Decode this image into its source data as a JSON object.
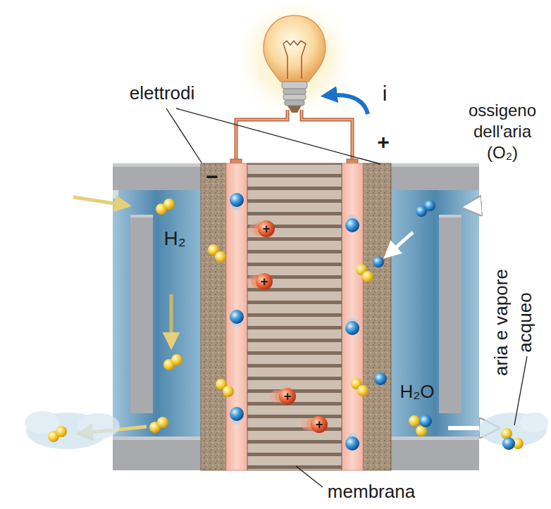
{
  "diagram": {
    "labels": [
      "elettrodi",
      "i",
      "−",
      "+",
      "ossigeno dell'aria (O₂)",
      "H₂",
      "+",
      "+",
      "+",
      "H₂O",
      "+",
      "aria e vapore acqueo",
      "membrana"
    ]
  }
}
